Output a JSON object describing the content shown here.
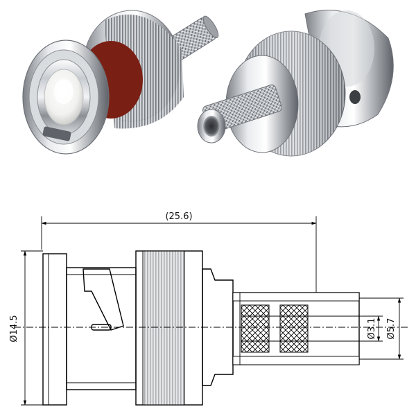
{
  "dimensions": {
    "length": "(25.6)",
    "body_diameter": "Ø14.5",
    "pin_diameter": "Ø3.1",
    "crimp_diameter": "Ø5.7"
  },
  "colors": {
    "metal_light": "#eef0f2",
    "metal_mid": "#b9bdc2",
    "metal_dark": "#6d7177",
    "insulator": "#f6f6f4",
    "dielectric_red": "#7a1f14"
  }
}
